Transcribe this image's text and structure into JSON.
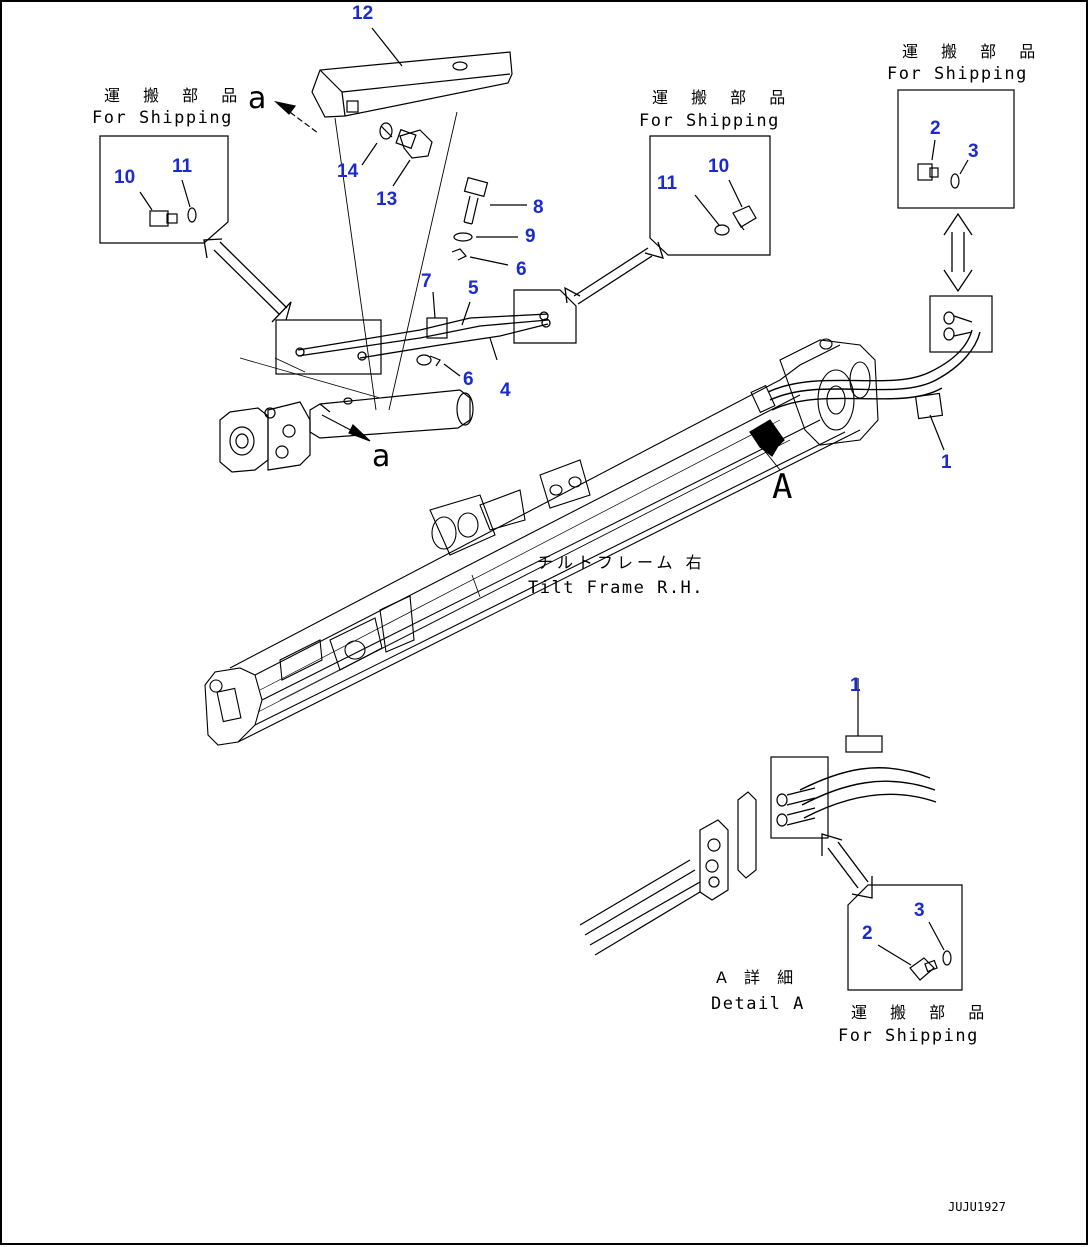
{
  "shipping_label_jp": "運 搬 部 品",
  "shipping_label_en": "For Shipping",
  "tilt_frame_jp": "チルトフレーム 右",
  "tilt_frame_en": "Tilt Frame R.H.",
  "detail_jp": "A 詳 細",
  "detail_en": "Detail A",
  "view_a": "a",
  "view_A": "A",
  "drawing_code": "JUJU1927",
  "callouts": {
    "n1": "1",
    "n2": "2",
    "n3": "3",
    "n4": "4",
    "n5": "5",
    "n6": "6",
    "n7": "7",
    "n8": "8",
    "n9": "9",
    "n10": "10",
    "n11": "11",
    "n12": "12",
    "n13": "13",
    "n14": "14"
  }
}
